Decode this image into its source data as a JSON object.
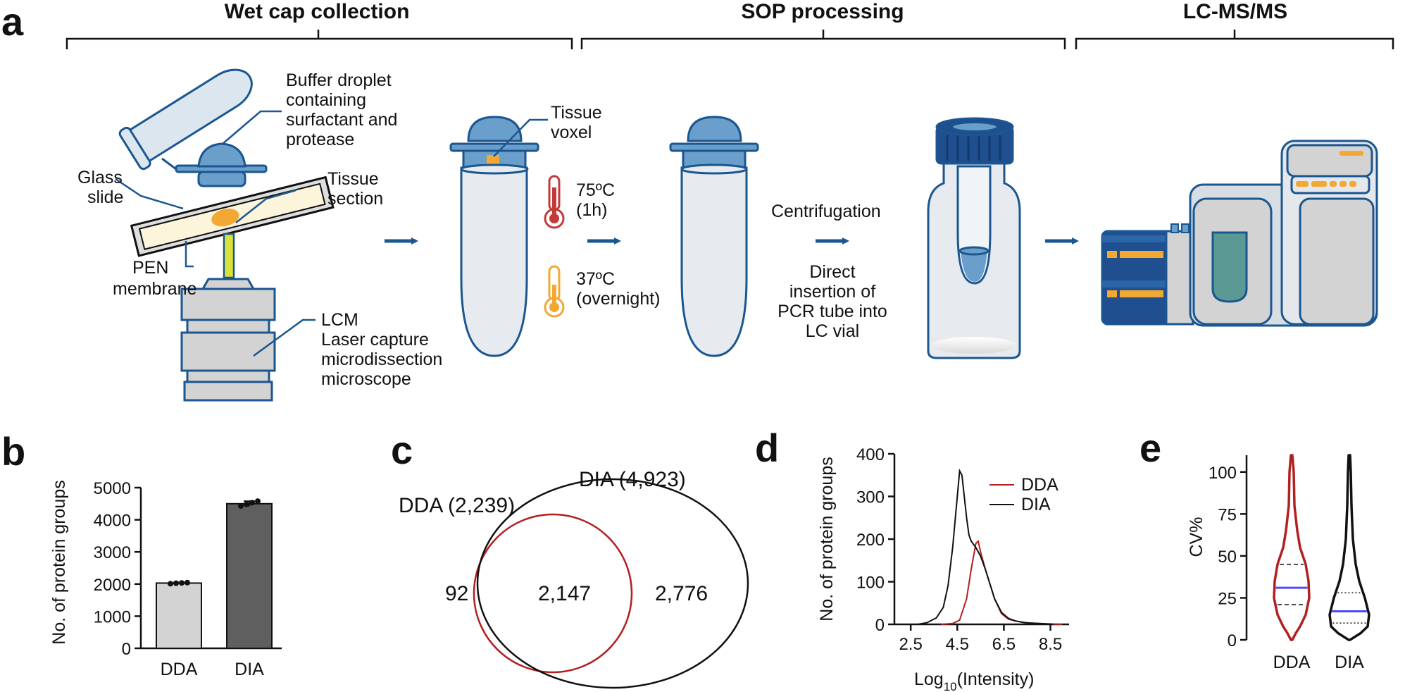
{
  "panels": {
    "a": "a",
    "b": "b",
    "c": "c",
    "d": "d",
    "e": "e"
  },
  "sections": [
    "Wet cap collection",
    "SOP processing",
    "LC-MS/MS"
  ],
  "workflow": {
    "buffer": [
      "Buffer droplet",
      "containing",
      "surfactant and",
      "protease"
    ],
    "glass": [
      "Glass",
      "slide"
    ],
    "tissue_section": [
      "Tissue",
      "section"
    ],
    "pen": [
      "PEN",
      "membrane"
    ],
    "lcm": [
      "LCM",
      "Laser capture",
      "microdissection",
      "microscope"
    ],
    "voxel": [
      "Tissue",
      "voxel"
    ],
    "heat1": [
      "75ºC",
      "(1h)"
    ],
    "heat2": [
      "37ºC",
      "(overnight)"
    ],
    "centrifugation": "Centrifugation",
    "insertion": [
      "Direct",
      "insertion of",
      "PCR tube into",
      "LC vial"
    ]
  },
  "colors": {
    "blue": "#1a5690",
    "light_blue": "#6a9ecb",
    "red": "#b22020",
    "orange": "#f3a833",
    "grey_light": "#d3d3d3",
    "grey_dark": "#5f5f5f"
  },
  "chart_data": [
    {
      "type": "bar",
      "panel": "b",
      "categories": [
        "DDA",
        "DIA"
      ],
      "values": [
        2030,
        4500
      ],
      "replicates": [
        [
          2010,
          2025,
          2035,
          2045
        ],
        [
          4430,
          4480,
          4530,
          4580
        ]
      ],
      "error": [
        20,
        80
      ],
      "ylabel": "No. of protein groups",
      "ylim": [
        0,
        5000
      ],
      "yticks": [
        "0",
        "1000",
        "2000",
        "3000",
        "4000",
        "5000"
      ]
    },
    {
      "type": "venn",
      "panel": "c",
      "sets": [
        {
          "name": "DDA (2,239)",
          "color": "#b22020"
        },
        {
          "name": "DIA (4,923)",
          "color": "#111111"
        }
      ],
      "regions": {
        "dda_only": "92",
        "both": "2,147",
        "dia_only": "2,776"
      }
    },
    {
      "type": "line",
      "panel": "d",
      "xlabel_main": "Log",
      "xlabel_sub": "10",
      "xlabel_tail": "(Intensity)",
      "ylabel": "No. of protein groups",
      "xlim": [
        1.8,
        9.3
      ],
      "ylim": [
        0,
        400
      ],
      "xticks": [
        "2.5",
        "4.5",
        "6.5",
        "8.5"
      ],
      "yticks": [
        "0",
        "100",
        "200",
        "300",
        "400"
      ],
      "series": [
        {
          "name": "DDA",
          "color": "#b22020",
          "x": [
            3.8,
            4.3,
            4.6,
            4.9,
            5.1,
            5.3,
            5.4,
            5.5,
            5.7,
            5.9,
            6.1,
            6.4,
            6.7,
            7.0,
            7.3,
            7.6,
            8.0,
            8.5,
            9.0
          ],
          "y": [
            0,
            2,
            10,
            60,
            130,
            190,
            195,
            170,
            130,
            95,
            60,
            25,
            12,
            8,
            5,
            3,
            2,
            1,
            0
          ]
        },
        {
          "name": "DIA",
          "color": "#111111",
          "x": [
            2.8,
            3.2,
            3.6,
            3.9,
            4.1,
            4.3,
            4.5,
            4.6,
            4.7,
            4.8,
            4.9,
            5.0,
            5.1,
            5.3,
            5.5,
            5.7,
            5.9,
            6.1,
            6.4,
            6.7,
            7.0,
            7.4,
            8.0,
            8.6
          ],
          "y": [
            0,
            4,
            15,
            40,
            90,
            180,
            300,
            360,
            350,
            300,
            250,
            210,
            195,
            180,
            160,
            130,
            95,
            60,
            28,
            14,
            8,
            4,
            2,
            0
          ]
        }
      ]
    },
    {
      "type": "violin",
      "panel": "e",
      "categories": [
        "DDA",
        "DIA"
      ],
      "ylabel": "CV%",
      "ylim": [
        0,
        110
      ],
      "yticks": [
        "0",
        "25",
        "50",
        "75",
        "100"
      ],
      "medians": [
        31,
        17
      ],
      "quartiles": [
        [
          21,
          45
        ],
        [
          10,
          28
        ]
      ],
      "colors": [
        "#b22020",
        "#111111"
      ]
    }
  ]
}
